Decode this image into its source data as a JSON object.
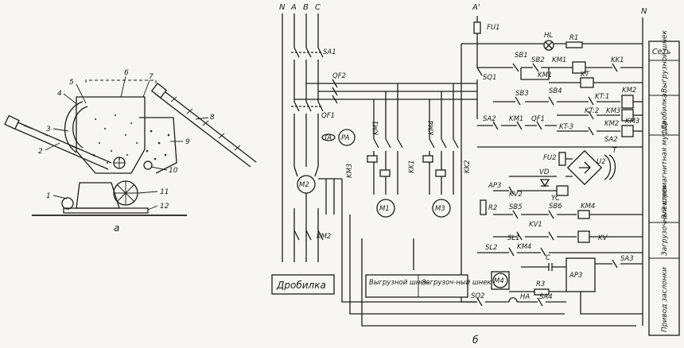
{
  "figure_a": {
    "callouts": [
      "1",
      "2",
      "3",
      "4",
      "5",
      "6",
      "7",
      "8",
      "9",
      "10",
      "11",
      "12"
    ],
    "subcaption": "а"
  },
  "figure_b": {
    "subcaption": "б",
    "buses": {
      "n": "N",
      "a": "A",
      "b": "B",
      "c": "C",
      "a_prime": "A'",
      "n_right": "N"
    },
    "power_labels": {
      "sa1": "SA1",
      "qf2": "QF2",
      "qf1": "QF1",
      "ta": "TA",
      "pa": "PA",
      "m2": "M2",
      "km3": "KM3",
      "km2_main": "KM2",
      "km1_top": "KM1",
      "km4_top": "KM4",
      "kk1": "KK1",
      "kk2": "KK2",
      "m1": "M1",
      "m3": "M3"
    },
    "control_labels": {
      "fu1": "FU1",
      "hl": "HL",
      "r1": "R1",
      "sb1": "SB1",
      "sb2": "SB2",
      "km1_c": "KM1",
      "kk1_c": "KK1",
      "km1_coil": "KM1",
      "sq1": "SQ1",
      "kt": "KT",
      "sb3": "SB3",
      "sb4": "SB4",
      "kt1": "KT:1",
      "km2_c": "KM2",
      "kt2": "KT:2",
      "km3_c": "KM3",
      "sa2": "SA2",
      "km1_p": "KM1",
      "qf1_c": "QF1",
      "kt3": "KT-3",
      "km2_coil": "KM2",
      "km3_coil": "KM3",
      "sa2_b": "SA2",
      "fu2": "FU2",
      "vd": "VD",
      "u2": "U2",
      "t": "T",
      "ap3": "AP3",
      "kv2": "KV2",
      "r2": "R2",
      "yc": "YC",
      "sb5": "SB5",
      "sb6": "SB6",
      "km4_c": "KM4",
      "kv1": "KV1",
      "sl1": "SL1",
      "kv": "KV",
      "sl2": "SL2",
      "km4_b": "KM4",
      "sa3": "SA3",
      "c": "C",
      "m4": "M4",
      "ap3_box": "AP3",
      "r3": "R3",
      "sq2": "SQ2",
      "ha": "HA",
      "sa4": "SA4"
    },
    "bottom_captions": {
      "crusher": "Дробилка",
      "unload_auger": "Выгрузной шнек",
      "load_auger": "Загрузоч-ный шнек"
    },
    "side_sections": {
      "net": "Сеть",
      "unload_auger": "Выгрузной шнек",
      "crusher": "Дробилка",
      "em_clutch": "Электромагнитная муфта",
      "load_auger": "Загрузочный шнек",
      "gate_drive": "Привод заслонки"
    }
  }
}
